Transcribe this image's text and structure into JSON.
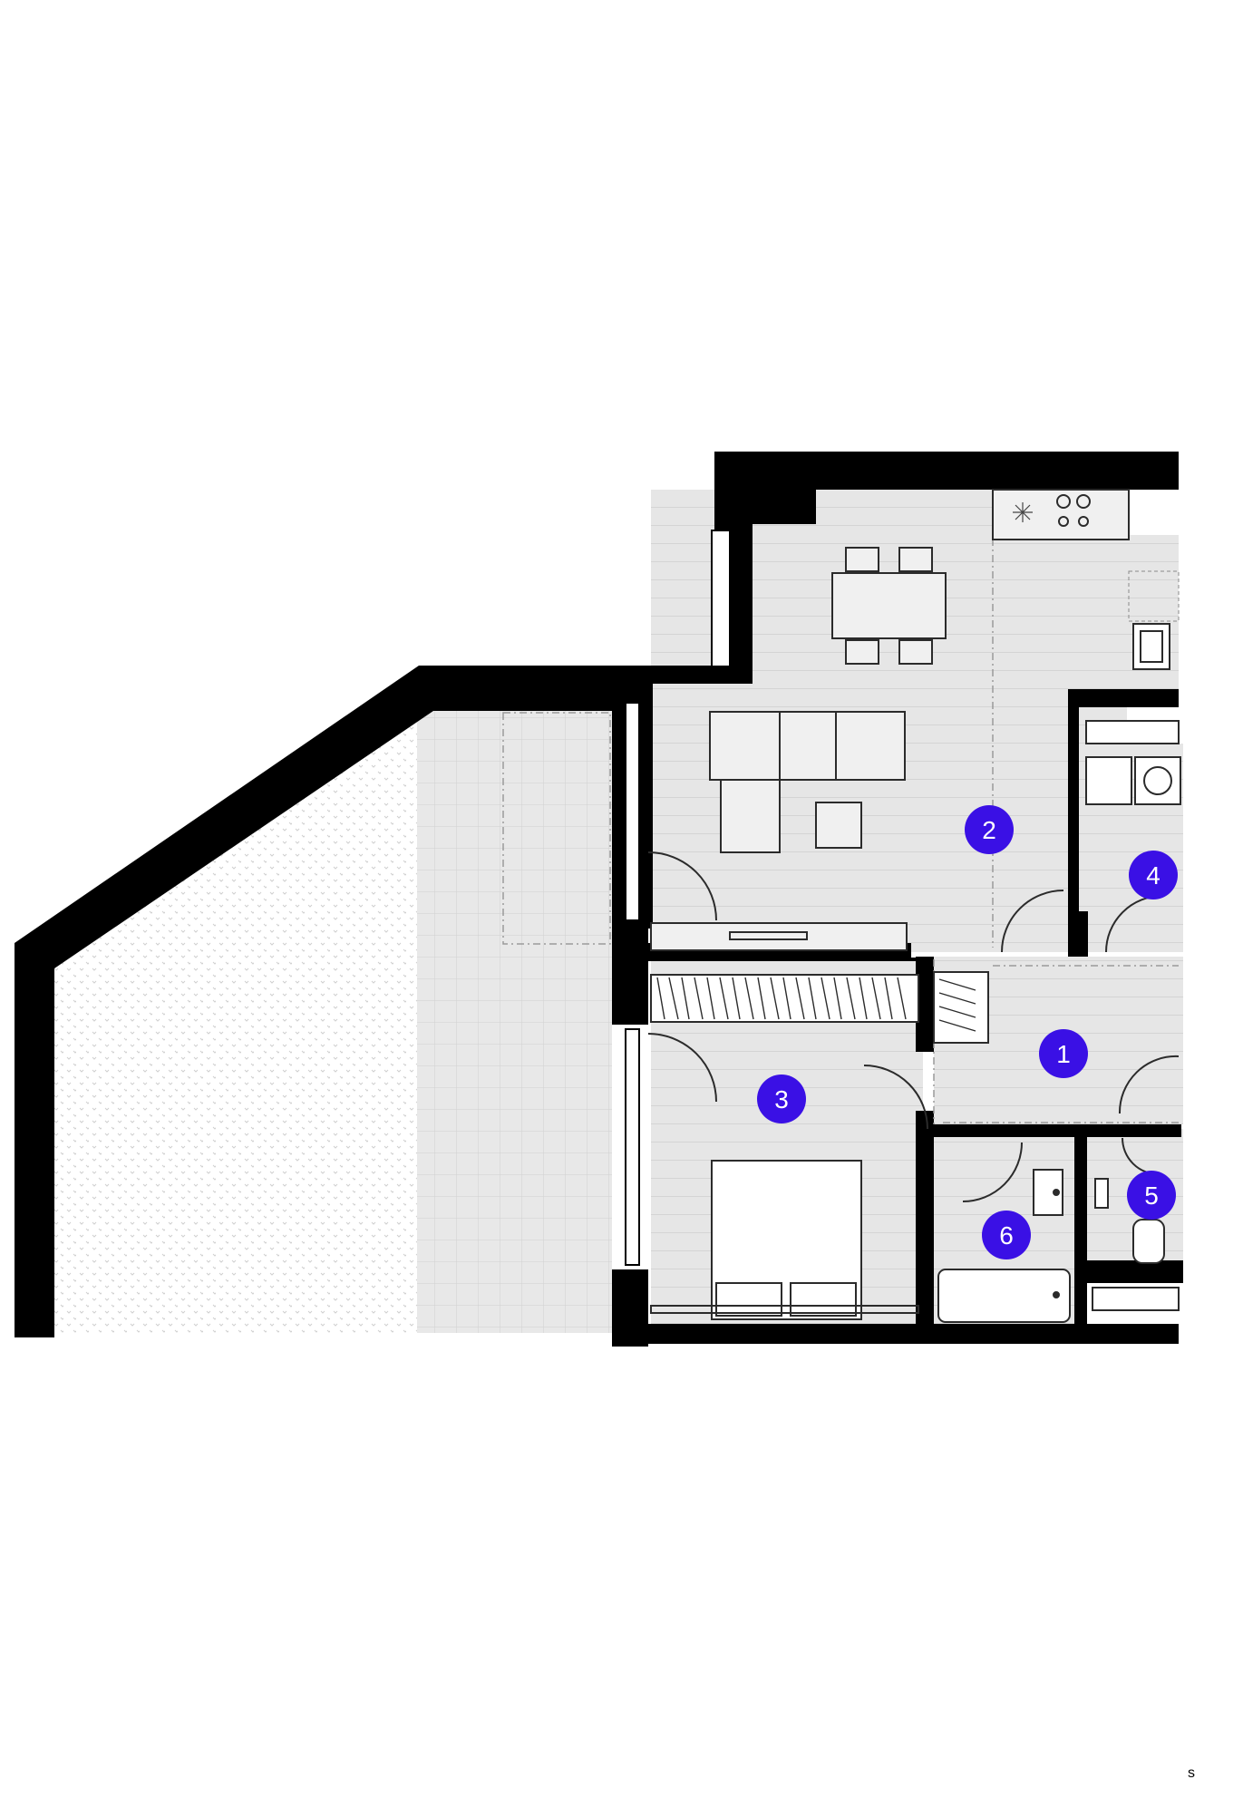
{
  "colors": {
    "wall": "#000000",
    "floor": "#e6e6e6",
    "floor_line": "#d2d2d2",
    "terrace": "#e9e9e9",
    "garden_dot": "#c9c9c9",
    "furniture_stroke": "#2b2b2b",
    "badge": "#3a10e5",
    "badge_text": "#ffffff"
  },
  "rooms": [
    {
      "id": "room-1",
      "number": "1"
    },
    {
      "id": "room-2",
      "number": "2"
    },
    {
      "id": "room-3",
      "number": "3"
    },
    {
      "id": "room-4",
      "number": "4"
    },
    {
      "id": "room-5",
      "number": "5"
    },
    {
      "id": "room-6",
      "number": "6"
    }
  ],
  "corner_text": "s"
}
